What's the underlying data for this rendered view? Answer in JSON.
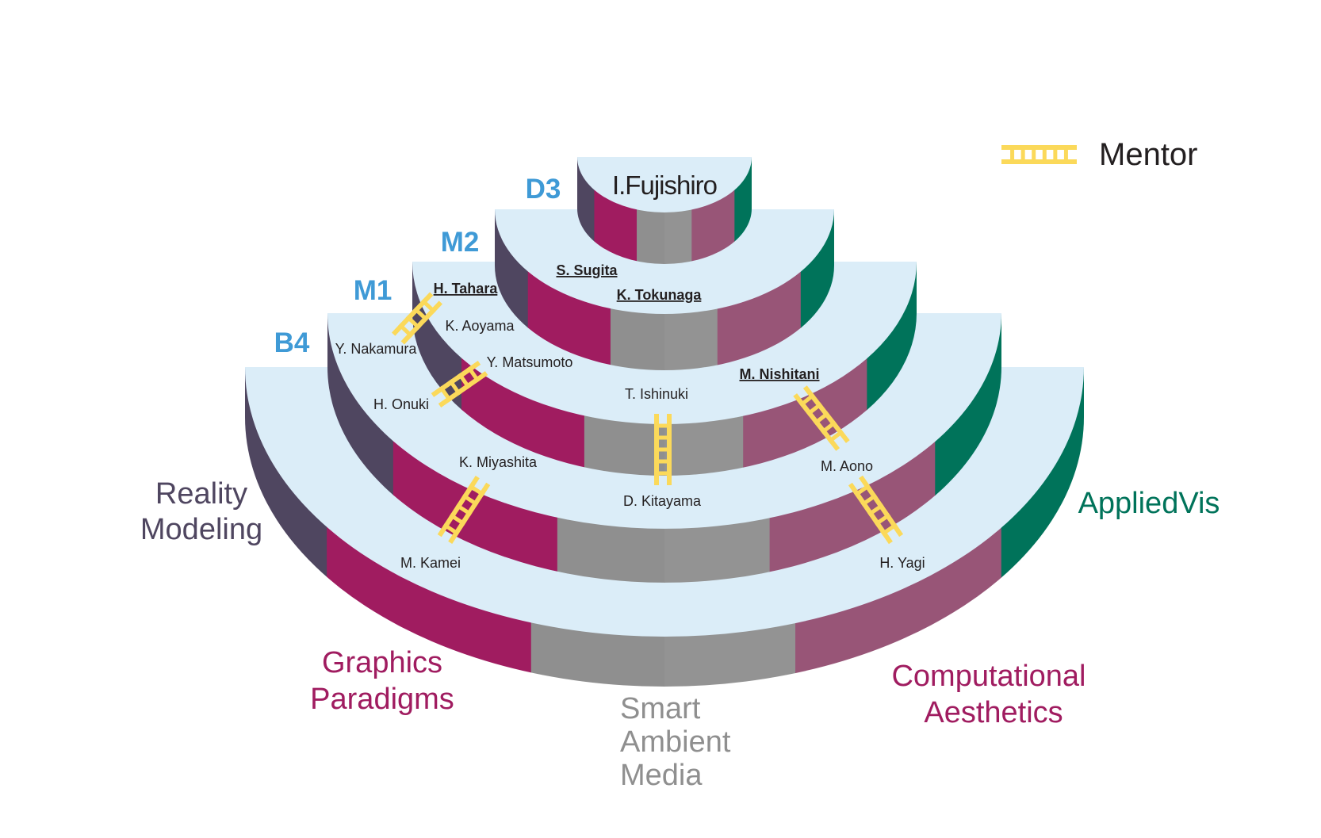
{
  "title": "I.Fujishiro",
  "colors": {
    "face": "#dbedf8",
    "level": "#3f9ad6",
    "ladder": "#fbd95a",
    "reality_modeling": "#4f4660",
    "graphics_paradigms": "#a01c60",
    "smart_ambient_media": "#8f8f8f",
    "computational_aesthetics": "#985577",
    "appliedvis": "#00735a"
  },
  "levels": [
    "D3",
    "M2",
    "M1",
    "B4"
  ],
  "legend": {
    "icon": "ladder-icon",
    "label": "Mentor"
  },
  "groups": {
    "reality_modeling": [
      "Reality",
      "Modeling"
    ],
    "graphics_paradigms": [
      "Graphics",
      "Paradigms"
    ],
    "smart_ambient_media": [
      "Smart",
      "Ambient",
      "Media"
    ],
    "computational_aesthetics": [
      "Computational",
      "Aesthetics"
    ],
    "appliedvis": [
      "AppliedVis"
    ]
  },
  "members": {
    "m2": [
      "S. Sugita",
      "K. Tokunaga"
    ],
    "m1": [
      "H. Tahara",
      "K. Aoyama",
      "Y. Matsumoto",
      "T. Ishinuki",
      "M. Nishitani"
    ],
    "b4": [
      "Y. Nakamura",
      "H. Onuki",
      "K. Miyashita",
      "D. Kitayama",
      "M. Aono"
    ],
    "outer": [
      "M. Kamei",
      "H. Yagi"
    ]
  }
}
